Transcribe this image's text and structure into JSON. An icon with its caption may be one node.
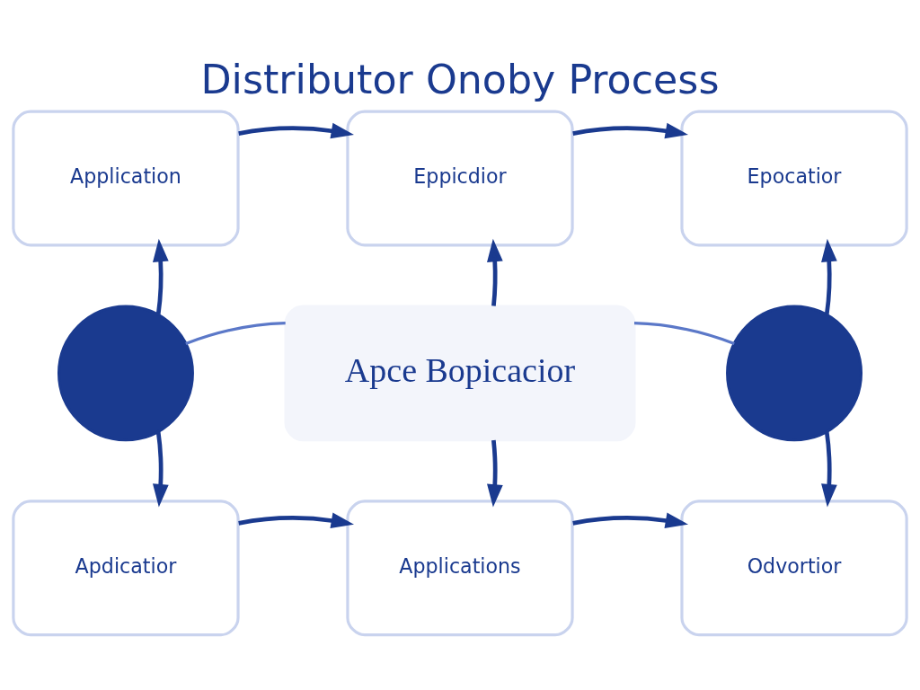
{
  "diagram": {
    "title": "Distributor Onoby Process",
    "nodes": [
      {
        "text": [
          "Application"
        ]
      },
      {
        "text": [
          "Eppicdior"
        ]
      },
      {
        "text": [
          "Epocatior"
        ]
      },
      {
        "text": [],
        "shape": "circle"
      },
      {
        "text": [
          "Apce Bopicacior"
        ]
      },
      {
        "text": [],
        "shape": "circle"
      },
      {
        "text": [
          "Apdicatior"
        ]
      },
      {
        "text": [
          "Applications"
        ]
      },
      {
        "text": [
          "Odvortior"
        ]
      }
    ],
    "edges": [
      {
        "from": 0,
        "to": 1,
        "arrow": "to"
      },
      {
        "from": 1,
        "to": 2,
        "arrow": "to"
      },
      {
        "from": 3,
        "to": 0,
        "arrow": "to"
      },
      {
        "from": 4,
        "to": 1,
        "arrow": "to"
      },
      {
        "from": 5,
        "to": 2,
        "arrow": "to"
      },
      {
        "from": 3,
        "to": 4,
        "arrow": "none",
        "color": "#5b78c8"
      },
      {
        "from": 4,
        "to": 5,
        "arrow": "none",
        "color": "#5b78c8"
      },
      {
        "from": 3,
        "to": 6,
        "arrow": "to"
      },
      {
        "from": 4,
        "to": 7,
        "arrow": "to"
      },
      {
        "from": 5,
        "to": 8,
        "arrow": "to"
      },
      {
        "from": 6,
        "to": 7,
        "arrow": "to"
      },
      {
        "from": 7,
        "to": 8,
        "arrow": "to"
      }
    ]
  }
}
